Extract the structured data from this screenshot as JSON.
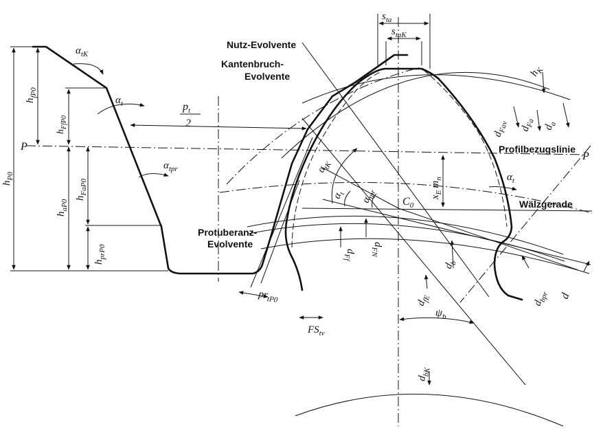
{
  "labels": {
    "s_ta": "s",
    "s_ta_sub": "ta",
    "s_taK": "s",
    "s_taK_sub": "taK",
    "nutz": "Nutz-Evolvente",
    "kantenbruch_1": "Kantenbruch-",
    "kantenbruch_2": "Evolvente",
    "h_K": "h",
    "h_K_sub": "K",
    "alpha_tK_left": "α",
    "alpha_tK_left_sub": "tK",
    "h_fP0": "h",
    "h_fP0_sub": "fP0",
    "h_FfP0": "h",
    "h_FfP0_sub": "FfP0",
    "alpha_t_left": "α",
    "alpha_t_left_sub": "t",
    "p_t": "p",
    "p_t_sub": "t",
    "p_t_den": "2",
    "d_Fav": "d",
    "d_Fav_sub": "Fav",
    "d_Fa": "d",
    "d_Fa_sub": "Fa",
    "d_a": "d",
    "d_a_sub": "a",
    "P_left": "P",
    "P_right": "P",
    "profilbezugslinie": "Profilbezugslinie",
    "h_P0": "h",
    "h_P0_sub": "P0",
    "h_FaP0": "h",
    "h_FaP0_sub": "FaP0",
    "alpha_tpr_left": "α",
    "alpha_tpr_left_sub": "tpr",
    "alpha_tK_mid": "α",
    "alpha_tK_mid_sub": "tK",
    "xEmn": "x",
    "xEmn_sub": "E",
    "xEmn_m": "m",
    "xEmn_m_sub": "n",
    "alpha_t_right": "α",
    "alpha_t_right_sub": "t",
    "alpha_t_mid": "α",
    "alpha_t_mid_sub": "t",
    "alpha_tpr_mid": "α",
    "alpha_tpr_mid_sub": "tpr",
    "C0": "C",
    "C0_sub": "0",
    "waelzgerade": "Wälzgerade",
    "h_aP0": "h",
    "h_aP0_sub": "aP0",
    "protuberanz_1": "Protuberanz-",
    "protuberanz_2": "Evolvente",
    "h_prP0": "h",
    "h_prP0_sub": "prP0",
    "d_Ff": "d",
    "d_Ff_sub": "Ff",
    "d_FN": "d",
    "d_FN_sub": "FN",
    "d_b": "d",
    "d_b_sub": "b",
    "pr_tP0": "pr",
    "pr_tP0_sub": "tP0",
    "d_fE": "d",
    "d_fE_sub": "fE",
    "d_bpr": "d",
    "d_bpr_sub": "bpr",
    "d": "d",
    "psi_b": "ψ",
    "psi_b_sub": "b",
    "FS_tv": "FS",
    "FS_tv_sub": "tv",
    "d_bK": "d",
    "d_bK_sub": "bK"
  }
}
